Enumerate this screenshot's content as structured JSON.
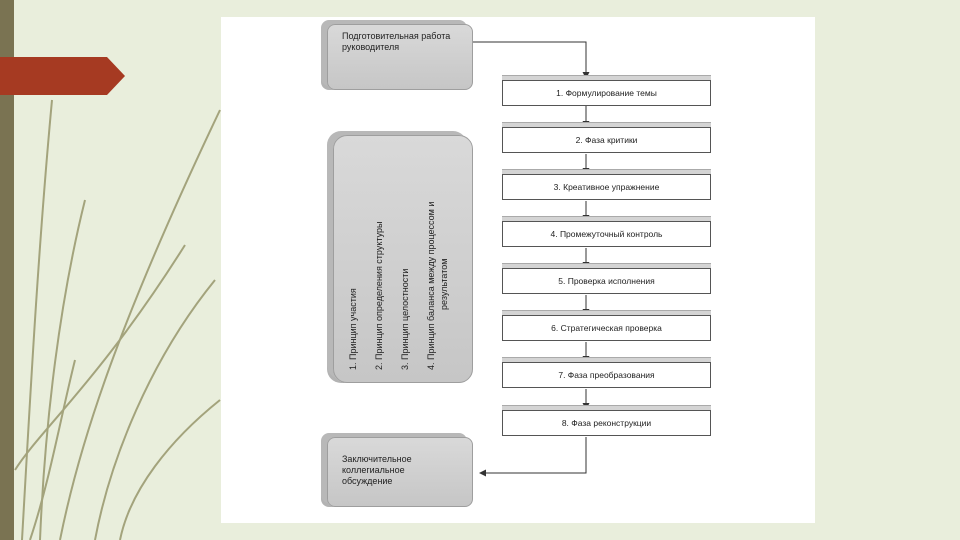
{
  "diagram": {
    "top_box": "Подготовительная работа руководителя",
    "steps": [
      "1. Формулирование темы",
      "2. Фаза критики",
      "3. Креативное упражнение",
      "4. Промежуточный контроль",
      "5. Проверка исполнения",
      "6. Стратегическая проверка",
      "7. Фаза преобразования",
      "8. Фаза реконструкции"
    ],
    "principles": [
      "1. Принцип участия",
      "2. Принцип определения структуры",
      "3. Принцип целостности",
      "4. Принцип баланса между процессом и",
      "результатом"
    ],
    "bottom_box": "Заключительное коллегиальное обсуждение"
  },
  "colors": {
    "slide_background": "#e9eedc",
    "sidebar": "#7a7352",
    "accent_arrow": "#a63a22",
    "box_gray": "#cfcfcf"
  }
}
